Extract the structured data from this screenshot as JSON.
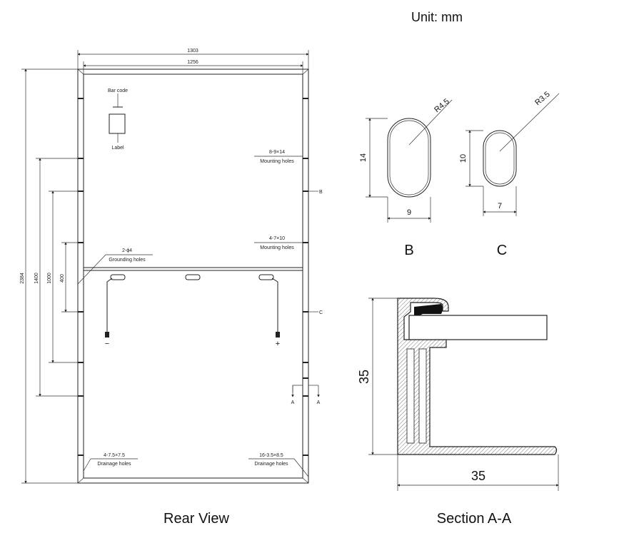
{
  "unit_label": "Unit: mm",
  "rear_view": {
    "caption": "Rear View",
    "dim_overall_width": "1303",
    "dim_inner_width": "1256",
    "dim_height": "2384",
    "dim_1400": "1400",
    "dim_1000": "1000",
    "dim_400": "400",
    "bar_code_label": "Bar code",
    "label_label": "Label",
    "mounting_holes_1_spec": "8-9×14",
    "mounting_holes_1_text": "Mounting holes",
    "mounting_holes_2_spec": "4-7×10",
    "mounting_holes_2_text": "Mounting holes",
    "grounding_holes_spec": "2-ϕ4",
    "grounding_holes_text": "Grounding holes",
    "drainage_left_spec": "4-7.5×7.5",
    "drainage_left_text": "Drainage holes",
    "drainage_right_spec": "16-3.5×8.5",
    "drainage_right_text": "Drainage holes",
    "marker_b": "B",
    "marker_c": "C",
    "section_a_left": "A",
    "section_a_right": "A",
    "minus_sign": "−",
    "plus_sign": "+"
  },
  "detail_b": {
    "caption": "B",
    "radius": "R4.5",
    "height": "14",
    "width": "9"
  },
  "detail_c": {
    "caption": "C",
    "radius": "R3.5",
    "height": "10",
    "width": "7"
  },
  "section": {
    "caption": "Section A-A",
    "height": "35",
    "width": "35"
  }
}
